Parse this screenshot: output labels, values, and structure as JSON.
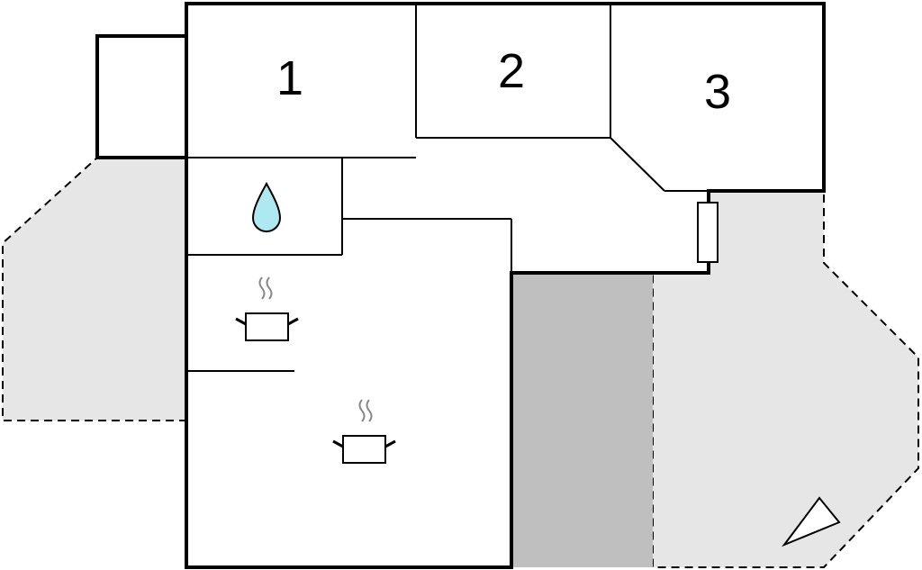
{
  "floorplan": {
    "rooms": [
      {
        "id": "room-1",
        "label": "1"
      },
      {
        "id": "room-2",
        "label": "2"
      },
      {
        "id": "room-3",
        "label": "3"
      }
    ],
    "icons": {
      "bathroom": "water-drop-icon",
      "kitchen": "cooking-pot-icon",
      "north": "north-arrow-icon"
    },
    "colors": {
      "wall": "#000000",
      "terrace": "#e6e6e6",
      "covered_terrace": "#bfbfbf",
      "water": "#aee8f0"
    }
  }
}
